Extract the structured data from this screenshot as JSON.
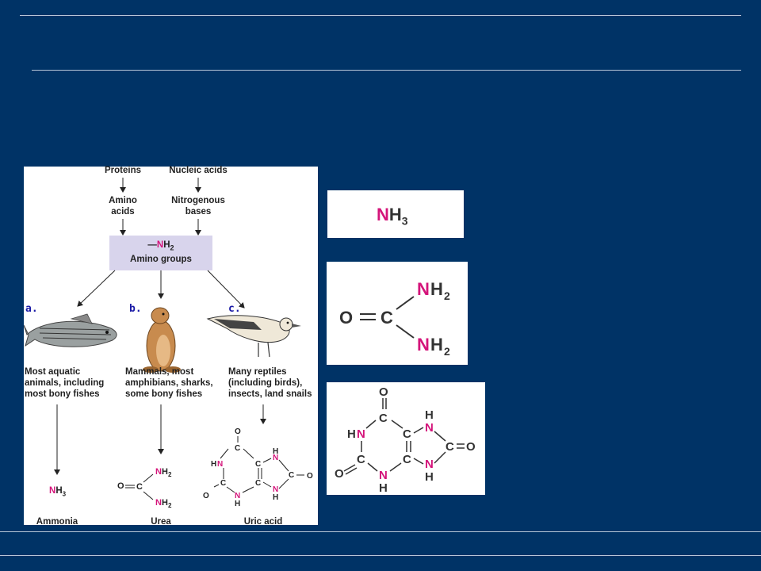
{
  "figure": {
    "sources": [
      "Proteins",
      "Nucleic acids"
    ],
    "intermediates": [
      {
        "line1": "Amino",
        "line2": "acids"
      },
      {
        "line1": "Nitrogenous",
        "line2": "bases"
      }
    ],
    "amino_box": {
      "formula_prefix": "—",
      "n": "N",
      "h": "H",
      "sub": "2",
      "label": "Amino groups"
    },
    "branches": [
      {
        "letter": "a.",
        "lines": [
          "Most aquatic",
          "animals, including",
          "most bony fishes"
        ],
        "product": "Ammonia"
      },
      {
        "letter": "b.",
        "lines": [
          "Mammals, most",
          "amphibians, sharks,",
          "some bony fishes"
        ],
        "product": "Urea"
      },
      {
        "letter": "c.",
        "lines": [
          "Many reptiles",
          "(including birds),",
          "insects, land snails"
        ],
        "product": "Uric acid"
      }
    ]
  },
  "formula_panels": {
    "ammonia": {
      "n": "N",
      "h": "H",
      "sub": "3"
    },
    "urea": {
      "o": "O",
      "c": "C",
      "nh2_top": "NH",
      "nh2_bottom": "NH",
      "sub": "2"
    }
  },
  "colors": {
    "background": "#003366",
    "nitrogen": "#d4147a",
    "branch_letter": "#1a1aa6"
  }
}
